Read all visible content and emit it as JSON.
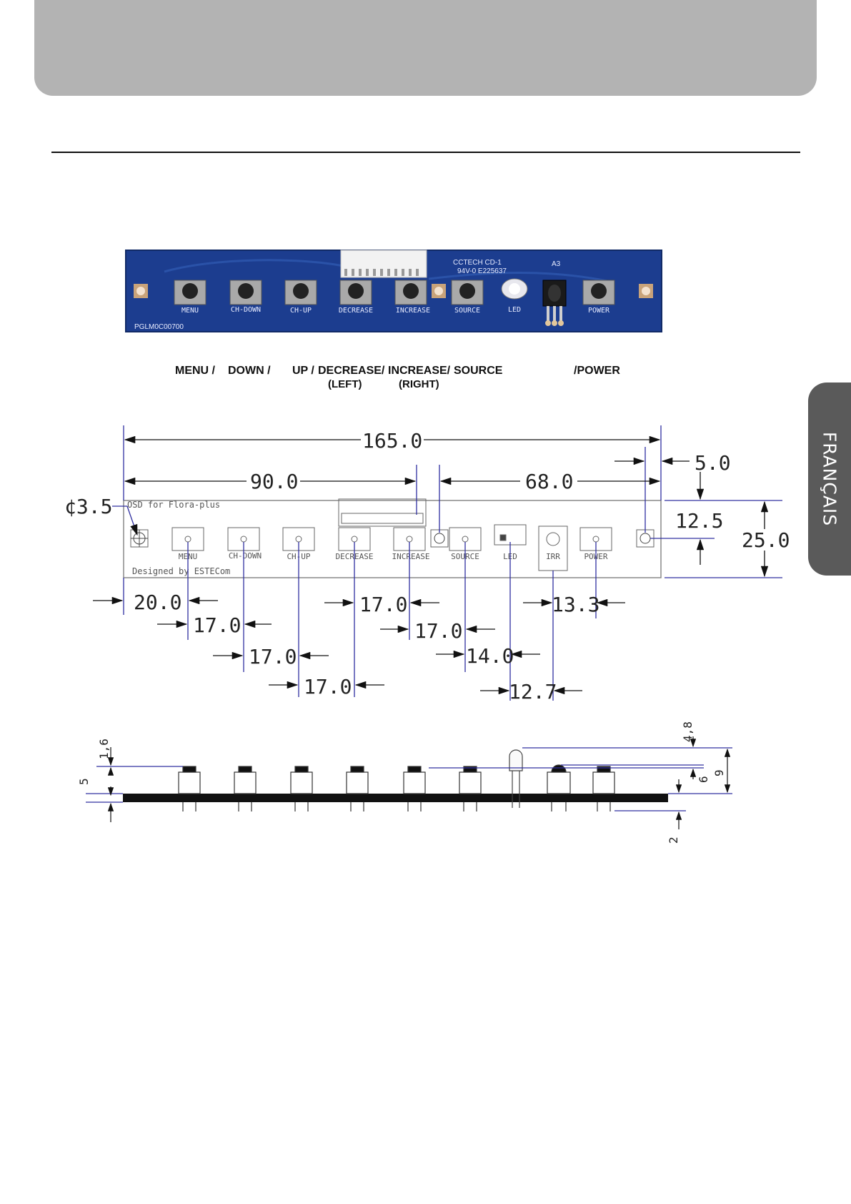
{
  "side_tab": {
    "label": "FRANÇAIS"
  },
  "board": {
    "title_lines": [
      "CCTECH CD-1",
      "94V-0 E225637"
    ],
    "revision": "A3",
    "part_number": "PGLM0C00700",
    "button_labels": [
      "MENU",
      "CH-DOWN",
      "CH-UP",
      "DECREASE",
      "INCREASE",
      "SOURCE",
      "LED",
      "POWER"
    ]
  },
  "captions": {
    "menu": "MENU /",
    "down": "DOWN /",
    "up": "UP /",
    "decrease": "DECREASE/",
    "left": "(LEFT)",
    "increase": "INCREASE/",
    "right": "(RIGHT)",
    "source": "SOURCE",
    "power": "/POWER"
  },
  "drawing": {
    "board_text": "OSD for Flora-plus",
    "designer_text": "Designed by ESTECom",
    "button_labels": [
      "MENU",
      "CH-DOWN",
      "CH-UP",
      "DECREASE",
      "INCREASE",
      "SOURCE",
      "LED",
      "IRR",
      "POWER"
    ],
    "dimensions": {
      "overall_width": "165.0",
      "to_connector": "90.0",
      "to_right_hole": "68.0",
      "edge_offset": "5.0",
      "hole_height": "12.5",
      "board_height": "25.0",
      "hole_diameter": "¢3.5",
      "first_button": "20.0",
      "pitch_1": "17.0",
      "pitch_2": "17.0",
      "pitch_3": "17.0",
      "pitch_4": "17.0",
      "pitch_5": "17.0",
      "source_led": "14.0",
      "led_irr": "12.7",
      "irr_power": "13.3"
    }
  },
  "side_view": {
    "dimensions": {
      "button_height": "1,6",
      "total_height": "5",
      "led_extra": "4,8",
      "sensor_height": "6",
      "led_height": "9",
      "pin_length": "2"
    }
  }
}
